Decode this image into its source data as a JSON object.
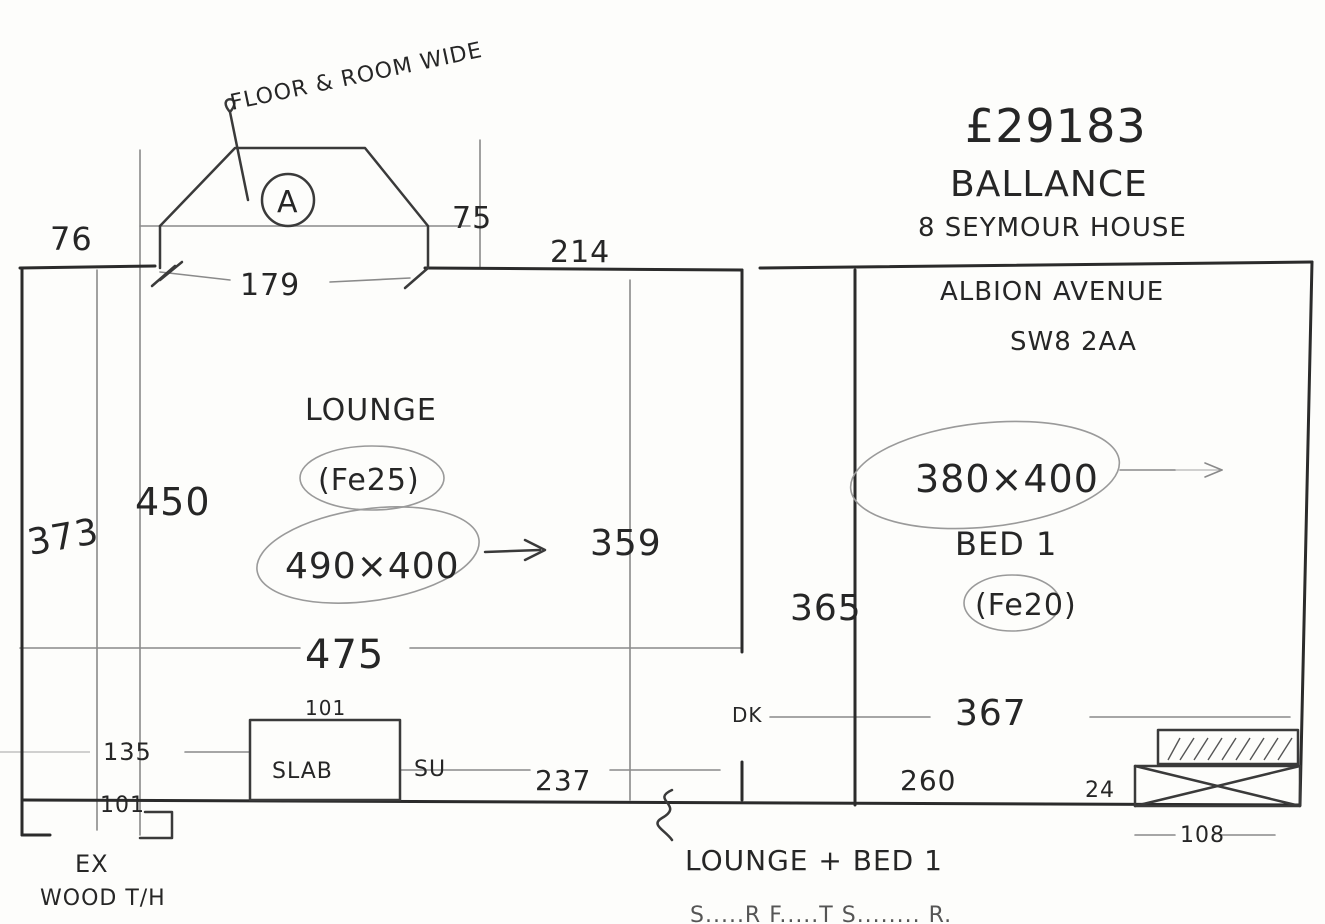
{
  "header": {
    "price": "£29183",
    "lines": [
      "BALLANCE",
      "8 SEYMOUR HOUSE",
      "ALBION AVENUE",
      "SW8 2AA"
    ]
  },
  "rooms": [
    {
      "name": "LOUNGE",
      "fee": "(Fe25)",
      "size": "490×400"
    },
    {
      "name": "BED 1",
      "fee": "(Fe20)",
      "size": "380×400"
    }
  ],
  "bay_note": "FLOOR & ROOM WIDE",
  "bay_marker": "A",
  "dimensions": {
    "d76": "76",
    "d179": "179",
    "d75": "75",
    "d214": "214",
    "d373": "373",
    "d450": "450",
    "d359": "359",
    "d475": "475",
    "d365": "365",
    "d367": "367",
    "d101a": "101",
    "d135": "135",
    "d101b": "101",
    "d237": "237",
    "d260": "260",
    "d24": "24",
    "d108": "108"
  },
  "labels": {
    "slab": "SLAB",
    "su": "SU",
    "dk": "DK",
    "ex_wood": [
      "EX",
      "WOOD T/H"
    ],
    "bottom_note": "LOUNGE + BED 1",
    "bottom_note_cut": "S.....R  F.....T  S........  R."
  }
}
